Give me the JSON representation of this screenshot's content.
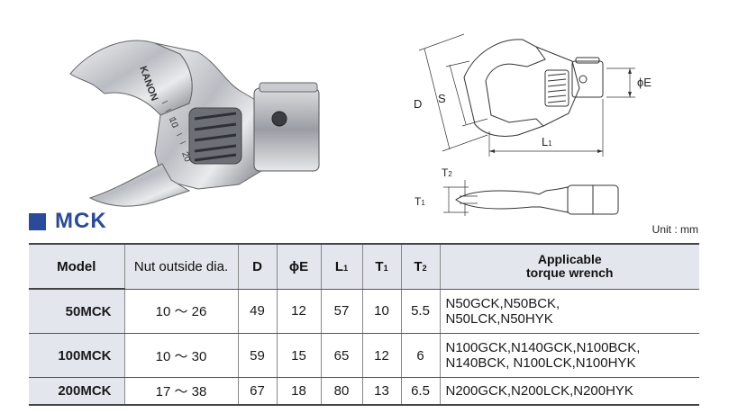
{
  "photo": {
    "brand": "KANON",
    "scale_marks": [
      "10",
      "20"
    ]
  },
  "drawing": {
    "dim_D": "D",
    "dim_S": "S",
    "dim_L": "L",
    "dim_L_sub": "1",
    "dim_E": "ϕE",
    "dim_T1": "T",
    "dim_T1_sub": "1",
    "dim_T2": "T",
    "dim_T2_sub": "2"
  },
  "title": "MCK",
  "unit": "Unit : mm",
  "table": {
    "headers": {
      "model": "Model",
      "nut": "Nut outside dia.",
      "d": "D",
      "e": "ϕE",
      "l1": "L",
      "l1_sub": "1",
      "t1": "T",
      "t1_sub": "1",
      "t2": "T",
      "t2_sub": "2",
      "app_line1": "Applicable",
      "app_line2": "torque wrench"
    },
    "rows": [
      {
        "model": "50MCK",
        "nut": "10 ～ 26",
        "d": "49",
        "e": "12",
        "l1": "57",
        "t1": "10",
        "t2": "5.5",
        "app1": "N50GCK,N50BCK,",
        "app2": "N50LCK,N50HYK"
      },
      {
        "model": "100MCK",
        "nut": "10 ～ 30",
        "d": "59",
        "e": "15",
        "l1": "65",
        "t1": "12",
        "t2": "6",
        "app1": "N100GCK,N140GCK,N100BCK,",
        "app2": "N140BCK, N100LCK,N100HYK"
      },
      {
        "model": "200MCK",
        "nut": "17 ～ 38",
        "d": "67",
        "e": "18",
        "l1": "80",
        "t1": "13",
        "t2": "6.5",
        "app1": "N200GCK,N200LCK,N200HYK",
        "app2": ""
      }
    ]
  },
  "colors": {
    "accent": "#2a4a9a",
    "header_bg": "#e4e6ee"
  }
}
